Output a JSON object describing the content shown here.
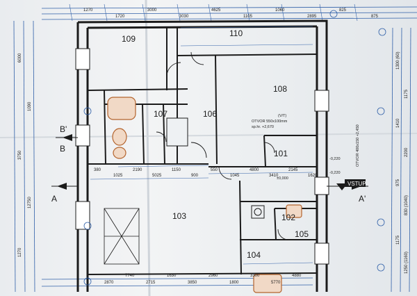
{
  "plan": {
    "rooms": [
      {
        "id": "r109",
        "label": "109"
      },
      {
        "id": "r110",
        "label": "110"
      },
      {
        "id": "r108",
        "label": "108"
      },
      {
        "id": "r107",
        "label": "107"
      },
      {
        "id": "r106",
        "label": "106"
      },
      {
        "id": "r101",
        "label": "101"
      },
      {
        "id": "r103",
        "label": "103"
      },
      {
        "id": "r102",
        "label": "102"
      },
      {
        "id": "r104",
        "label": "104"
      },
      {
        "id": "r105",
        "label": "105"
      }
    ],
    "section_marks": [
      "A",
      "A'",
      "B",
      "B'"
    ],
    "entrance_label": "VSTUP",
    "opening_note": {
      "line1": "OTVOR 550x100mm",
      "line2": "sp.hr. +2,670",
      "tag": "(V/T)"
    },
    "right_note": "OTVOR 400x150 +2,450",
    "level_values": [
      "-0,220",
      "-0,220",
      "±0,000"
    ],
    "dimensions_top": [
      "1270",
      "1720",
      "3000",
      "3030",
      "4625",
      "1105",
      "1060",
      "2895",
      "825",
      "875"
    ],
    "dimensions_mid": [
      "380",
      "1025",
      "2190",
      "5025",
      "1150",
      "900",
      "550",
      "1045",
      "4800",
      "3410",
      "2145",
      "1620"
    ],
    "dimensions_bottom": [
      "2870",
      "7740",
      "2715",
      "1630",
      "3850",
      "2960",
      "1800",
      "3300",
      "5770",
      "4880"
    ],
    "dimensions_left": [
      "6000",
      "1090",
      "3750",
      "12750",
      "1270"
    ],
    "dimensions_right": [
      "1300 (60)",
      "1175",
      "1410",
      "2200",
      "975",
      "830 (1040)",
      "1175",
      "1250 (1160)"
    ]
  }
}
